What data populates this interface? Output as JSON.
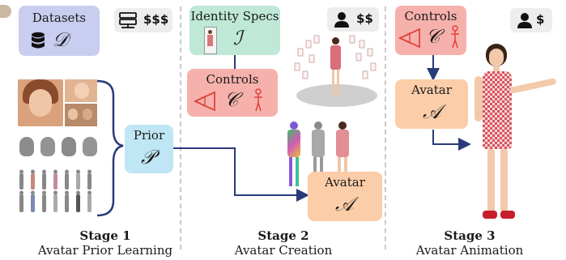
{
  "colors": {
    "datasets": "#c9cdef",
    "identity": "#bfe8d6",
    "controls": "#f6b1ac",
    "prior": "#bfe6f4",
    "avatar": "#fbcda8",
    "chip": "#ededed",
    "arrow": "#2a3b7a",
    "accent_red": "#e0433b"
  },
  "stage1": {
    "datasets_label": "Datasets",
    "datasets_symbol": "𝒟",
    "chip_text": "$$$",
    "prior_label": "Prior",
    "prior_symbol": "𝒫",
    "title": "Stage 1",
    "subtitle": "Avatar Prior Learning"
  },
  "stage2": {
    "identity_label": "Identity Specs",
    "identity_symbol": "ℐ",
    "controls_label": "Controls",
    "controls_symbol": "𝒞",
    "avatar_label": "Avatar",
    "avatar_symbol": "𝒜",
    "chip_text": "$$",
    "title": "Stage 2",
    "subtitle": "Avatar Creation"
  },
  "stage3": {
    "controls_label": "Controls",
    "controls_symbol": "𝒞",
    "avatar_label": "Avatar",
    "avatar_symbol": "𝒜",
    "chip_text": "$",
    "title": "Stage 3",
    "subtitle": "Avatar Animation"
  }
}
